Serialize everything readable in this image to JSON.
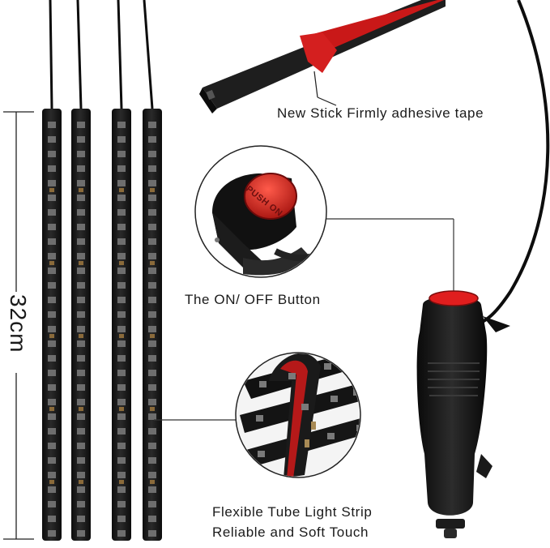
{
  "image": {
    "dimension_label": "32cm",
    "captions": {
      "tape": "New Stick Firmly adhesive tape",
      "button": "The ON/ OFF Button",
      "strip_line1": "Flexible Tube Light Strip",
      "strip_line2": "Reliable and Soft Touch"
    },
    "button_text": "PUSH ON",
    "led_strip_count": 4,
    "colors": {
      "strip_body": "#1b1b1b",
      "accent_red": "#d61e1e",
      "led_chip": "#6e6e6e",
      "cable": "#0d0d0d"
    }
  }
}
